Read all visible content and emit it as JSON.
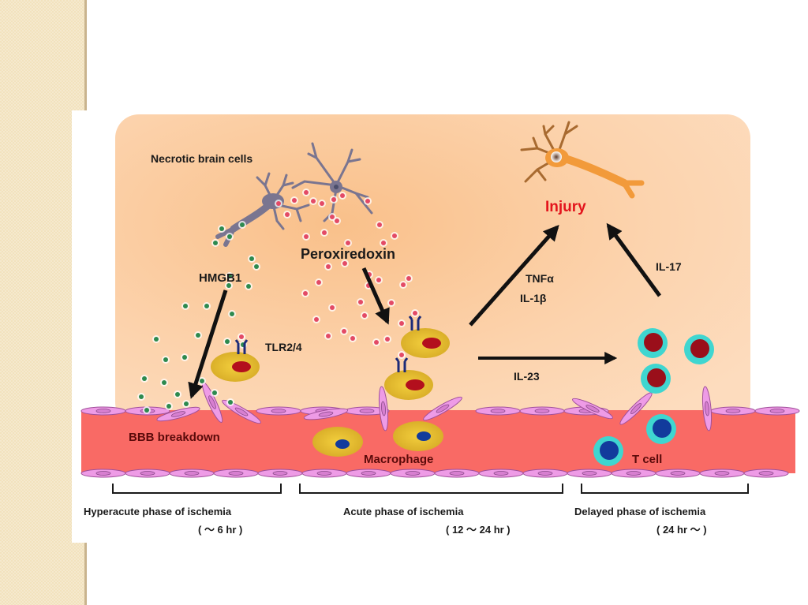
{
  "slide": {
    "figure_type": "ischemic stroke inflammation pathway diagram"
  },
  "labels": {
    "necrotic_cells": "Necrotic brain cells",
    "hmgb1": "HMGB1",
    "peroxiredoxin": "Peroxiredoxin",
    "tlr": "TLR2/4",
    "tnfa": "TNFα",
    "il1b": "IL-1β",
    "injury": "Injury",
    "il17": "IL-17",
    "il23": "IL-23",
    "bbb": "BBB breakdown",
    "macrophage": "Macrophage",
    "tcell": "T cell"
  },
  "phases": [
    {
      "name": "Hyperacute phase of ischemia",
      "time": "( ～ 6 hr )"
    },
    {
      "name": "Acute phase of ischemia",
      "time": "( 12 ～ 24 hr )"
    },
    {
      "name": "Delayed phase of ischemia",
      "time": "( 24 hr ～ )"
    }
  ],
  "colors": {
    "brain_tissue": "#fcd5b0",
    "vessel": "#f96a65",
    "endothelial": "#ee9be6",
    "macrophage": "#e2b92a",
    "macrophage_nucleus": "#b30f1d",
    "tcell": "#3fd6d0",
    "tcell_nucleus_tissue": "#9a0f1a",
    "tcell_nucleus_vessel": "#123b9c",
    "injury_text": "#e3141c",
    "hmgb1_particle": "#2d8a4f",
    "peroxiredoxin_particle": "#e34a66",
    "necrotic_cell": "#7a7590",
    "healthy_neuron": "#f29a3a"
  }
}
